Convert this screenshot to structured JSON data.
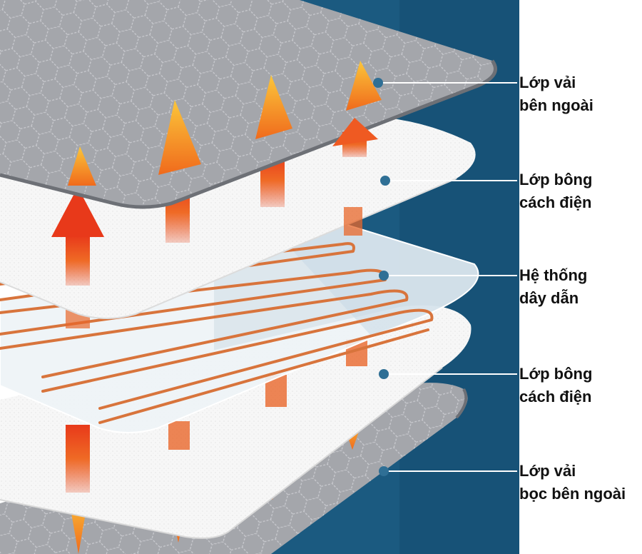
{
  "colors": {
    "panel_bg": "#1b5a80",
    "fabric": "#a4a6ab",
    "foam": "#f7f7f7",
    "wire": "#d8743c",
    "dot": "#2f6f95",
    "arrow_hot": "#e8491f",
    "arrow_warm": "#f7b02a"
  },
  "layers": [
    {
      "name": "outer-fabric-top",
      "lines": [
        "Lớp vải",
        "bên ngoài"
      ]
    },
    {
      "name": "insulation-top",
      "lines": [
        "Lớp bông",
        "cách điện"
      ]
    },
    {
      "name": "wire-system",
      "lines": [
        "Hệ thống",
        "dây dẫn"
      ]
    },
    {
      "name": "insulation-bottom",
      "lines": [
        "Lớp bông",
        "cách điện"
      ]
    },
    {
      "name": "outer-fabric-bottom",
      "lines": [
        "Lớp vải",
        "bọc bên ngoài"
      ]
    }
  ]
}
